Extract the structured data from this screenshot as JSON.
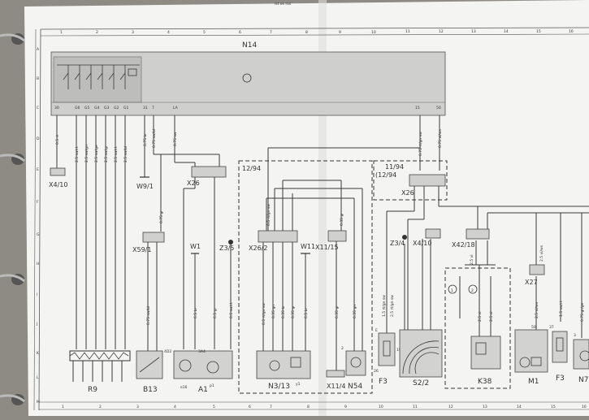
{
  "header": {
    "columns": [
      "1",
      "2",
      "3",
      "4",
      "5",
      "6",
      "7",
      "8",
      "9",
      "10",
      "11",
      "12",
      "13",
      "14",
      "15",
      "16"
    ],
    "rows": [
      "A",
      "B",
      "C",
      "D",
      "E",
      "F",
      "G",
      "H",
      "I",
      "J",
      "K",
      "L",
      "M"
    ],
    "top_scribble": "ist  os  ros"
  },
  "module": {
    "name": "N14",
    "pins_left": [
      "30",
      "G6",
      "G5",
      "G4",
      "G3",
      "G2",
      "G1",
      "31",
      "7",
      "LA"
    ],
    "pins_right": [
      "15",
      "50"
    ]
  },
  "wire_labels": {
    "x4_wire": "0.5 rt",
    "g_wires": [
      "2.5 sw/rt",
      "2.5 sw/gn",
      "2.5 sw/ge",
      "2.5 sw/gr",
      "2.5 sw/rt",
      "2.5 sw/bl"
    ],
    "w31": "0.75 br",
    "w7": "0.75 sw/bl",
    "wla": "0.75 sw",
    "w15": "0.75 rt/gn sw",
    "w50": "0.75 vi/ws",
    "x59_down": "0.75 sw/bl",
    "x59_up": "0.75 gr",
    "a1": "0.5 br",
    "a1_2": "0.5 gr",
    "z3": "0.5 sw/rt",
    "x26_2": [
      "0.5 rt/gn sw",
      "0.35 gn",
      "0.35 br",
      "0.35 gr"
    ],
    "x26_2_up": "0.5 rt/gn sw",
    "w11": "0.5 br",
    "x11_up": "0.35 gr",
    "x11_down": "0.35 gr",
    "n54_down": "0.35 gn",
    "f3": [
      "1.5 rt/gn sw",
      "2.5 rt/gn sw"
    ],
    "s22": [
      "4.0 rt/gn",
      "2.5 vi",
      "4.0 sw",
      "4.0 rt"
    ],
    "k38": [
      "2.5 vi",
      "2.5 vi"
    ],
    "k38_top": "2.5 vi",
    "x27": "2.5 vi/ws",
    "m1": "2.5 vi/ws",
    "f3b": "1.5 sw/rt",
    "n7": "0.75 gr/ge"
  },
  "labels": {
    "x4_10": "X4/10",
    "w9_1": "W9/1",
    "x26_left": "X26",
    "date_12_94": "12/94",
    "x59_1": "X59/1",
    "w1": "W1",
    "z3_5": "Z3/5",
    "x26_2": "X26/2",
    "w11": "W11",
    "x11_15": "X11/15",
    "date_11_94": "11/94",
    "date_12_94_b": "(12/94",
    "x26_right": "X26",
    "z3_4": "Z3/4",
    "x4_10b": "X4/10",
    "x42_18": "X42/18",
    "x27": "X27",
    "r9": "R9",
    "b13": "B13",
    "e16": "e16",
    "a1": "A1",
    "p1": "p1",
    "y1": "y1",
    "n3_13": "N3/13",
    "x11_4": "X11/4",
    "n54": "N54",
    "f3": "F3",
    "s2_2": "S2/2",
    "k38": "K38",
    "m1": "M1",
    "f3b": "F3",
    "n7": "N7",
    "circle_1": "1",
    "circle_2": "2",
    "pin_4d2": "4D2",
    "pin_3a4": "3A4",
    "pin_e": "E",
    "pin_50": "50",
    "pin_37": "37",
    "pin_3": "3",
    "pin_2": "2",
    "pin_26": "26",
    "pin_19": "19"
  },
  "colors": {
    "background": "#8e8a84",
    "paper": "#f4f4f2",
    "module_fill": "#cfcfcd",
    "component_fill": "#d2d2d0",
    "line": "#3a3a3a"
  }
}
